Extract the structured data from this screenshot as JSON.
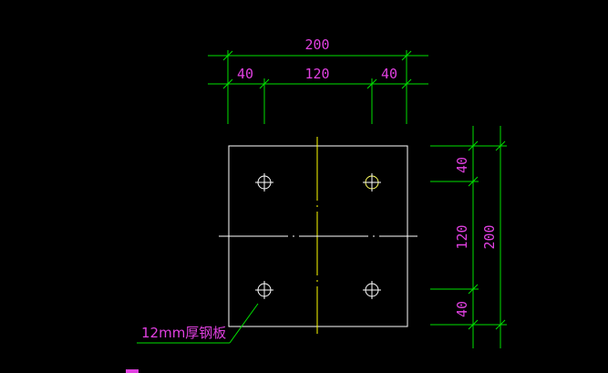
{
  "drawing": {
    "top_dims": {
      "overall": "200",
      "left": "40",
      "middle": "120",
      "right": "40"
    },
    "right_dims": {
      "top": "40",
      "middle": "120",
      "bottom": "40",
      "overall": "200"
    },
    "plate_note": "12mm厚钢板"
  },
  "colors": {
    "background": "#000000",
    "dimension_line": "#00e000",
    "dimension_text": "#e040e0",
    "plate_outline": "#ffffff",
    "centerline": "#ffff00",
    "hole": "#ffffff"
  },
  "icons": {
    "hole": "circle-crosshair-icon"
  }
}
